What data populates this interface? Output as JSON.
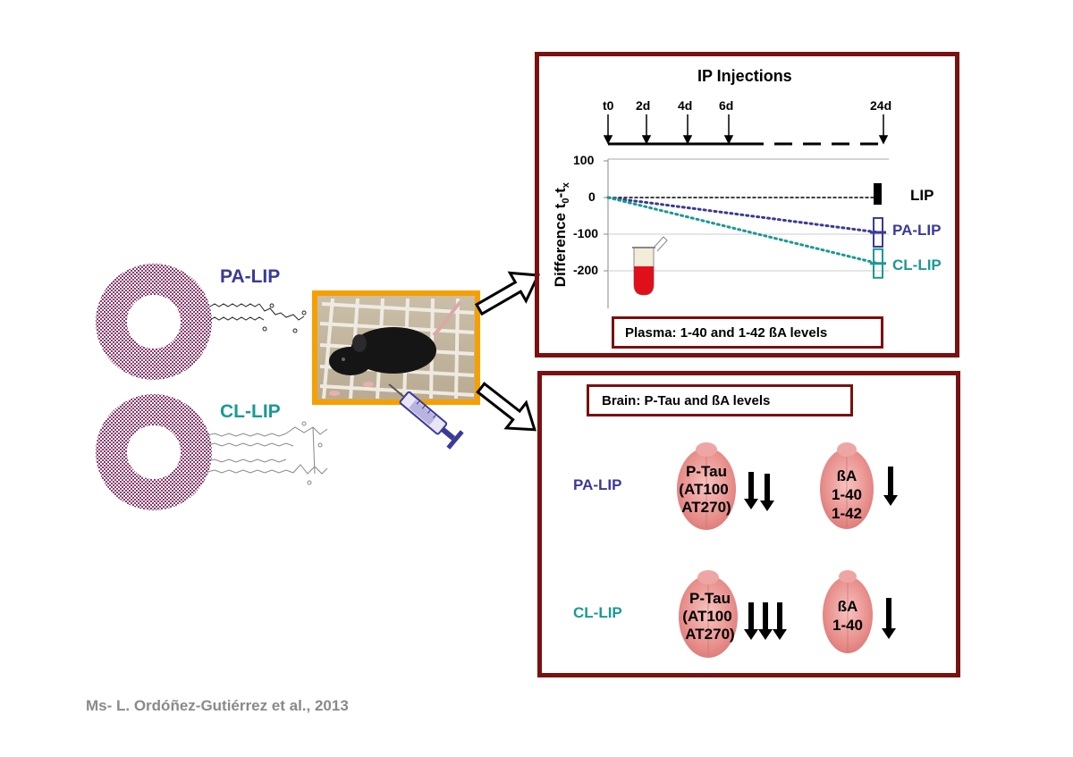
{
  "left": {
    "pa_lip_label": "PA-LIP",
    "cl_lip_label": "CL-LIP"
  },
  "top_panel": {
    "title": "IP Injections",
    "timeline_ticks": [
      "t0",
      "2d",
      "4d",
      "6d",
      "24d"
    ],
    "y_axis_label_parts": [
      "Difference t",
      "0",
      "-t",
      "x"
    ],
    "y_ticks": [
      "100",
      "0",
      "-100",
      "-200"
    ],
    "series_labels": [
      "LIP",
      "PA-LIP",
      "CL-LIP"
    ],
    "plasma_box": "Plasma: 1-40 and 1-42 ßA levels"
  },
  "bottom_panel": {
    "brain_box": "Brain: P-Tau and ßA levels",
    "rows": [
      {
        "label": "PA-LIP",
        "ptau_lines": [
          "P-Tau",
          "(AT100",
          "AT270)"
        ],
        "ba_lines": [
          "ßA",
          "1-40",
          "1-42"
        ]
      },
      {
        "label": "CL-LIP",
        "ptau_lines": [
          "P-Tau",
          "(AT100",
          "AT270)"
        ],
        "ba_lines": [
          "ßA",
          "1-40"
        ]
      }
    ]
  },
  "citation": "Ms- L. Ordóñez-Gutiérrez  et al., 2013",
  "colors": {
    "border": "#7a1010",
    "pa_lip": "#3a3a98",
    "cl_lip": "#1a9a92",
    "lip": "#000000",
    "liposome": "#8a3a6a",
    "mouse_frame": "#f5a000",
    "brain": "#e58a8a"
  },
  "chart_data": {
    "type": "line",
    "x": [
      "t0",
      "24d"
    ],
    "series": [
      {
        "name": "LIP",
        "values": [
          0,
          0
        ]
      },
      {
        "name": "PA-LIP",
        "values": [
          0,
          -95
        ]
      },
      {
        "name": "CL-LIP",
        "values": [
          0,
          -180
        ]
      }
    ],
    "ylabel": "Difference t0-tx",
    "ylim": [
      -300,
      100
    ],
    "yticks": [
      100,
      0,
      -100,
      -200
    ]
  }
}
